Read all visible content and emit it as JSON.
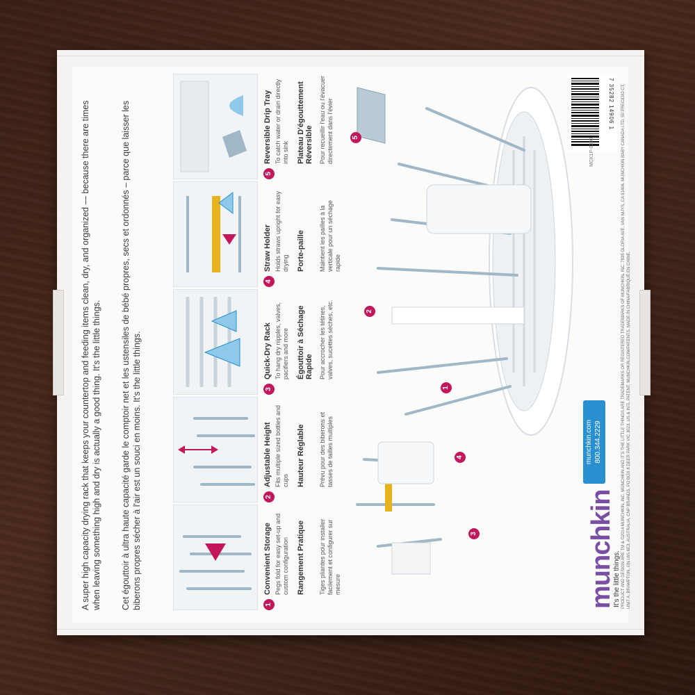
{
  "description_en": "A super high capacity drying rack that keeps your countertop and feeding items clean, dry, and organized — because there are times when leaving something high and dry is actually a good thing. It's the little things.",
  "description_fr": "Cet égouttoir à ultra haute capacité garde le comptoir net et les ustensiles de bébé propres, secs et ordonnés – parce que laisser les biberons propres sécher à l'air est un souci en moins. It's the little things.",
  "features": [
    {
      "num": "1",
      "title_en": "Convenient Storage",
      "desc_en": "Pegs fold for easy set-up and custom configuration",
      "title_fr": "Rangement Pratique",
      "desc_fr": "Tiges pliantes pour installer facilement et configurer sur mesure"
    },
    {
      "num": "2",
      "title_en": "Adjustable Height",
      "desc_en": "Fits multiple sized bottles and cups",
      "title_fr": "Hauteur Réglable",
      "desc_fr": "Prévu pour des biberons et tasses de tailles multiples"
    },
    {
      "num": "3",
      "title_en": "Quick-Dry Rack",
      "desc_en": "To hang dry nipples, valves, pacifiers and more",
      "title_fr": "Égouttoir à Séchage Rapide",
      "desc_fr": "Pour accrocher les tétines, valves, sucettes sèches, etc."
    },
    {
      "num": "4",
      "title_en": "Straw Holder",
      "desc_en": "Holds straws upright for easy drying",
      "title_fr": "Porte-paille",
      "desc_fr": "Maintient les pailles à la verticale pour un séchage rapide"
    },
    {
      "num": "5",
      "title_en": "Reversible Drip Tray",
      "desc_en": "To catch water or drain directly into sink",
      "title_fr": "Plateau D'égouttement Réversible",
      "desc_fr": "Pour recueillir l'eau ou l'évacuer directement dans l'évier"
    }
  ],
  "brand": "munchkin",
  "tagline": "It's the little things.",
  "website": "munchkin.com",
  "phone": "800.344.2229",
  "legal": "PRODUCT AND DESIGN ARE TM & ©2014 MUNCHKIN, INC. MUNCHKIN AND IT'S THE LITTLE THINGS ARE TRADEMARKS OR REGISTERED TRADEMARKS OF MUNCHKIN, INC. 7835 GLORIA AVE, VAN NUYS, CA 91406. MUNCHKIN BABY CANADA LTD, 50 PRECIDIO CT, UNIT A, BRAMPTON, ON L6S 6E3. AUSTRALIA, CNP BRANDS, PO BOX 8 DEER PARK VIC 3023. US & INTL PATENT: MUNCHKIN.COM/PATENTS. MADE IN CHINA/FABRIQUÉ EN CHINE.",
  "upc": "7 35282 14906 1",
  "model": "MCK1P-0330",
  "colors": {
    "accent": "#c2185b",
    "blue": "#2a8fcf",
    "straw": "#e8b21c",
    "peg": "#9fb7c6"
  }
}
